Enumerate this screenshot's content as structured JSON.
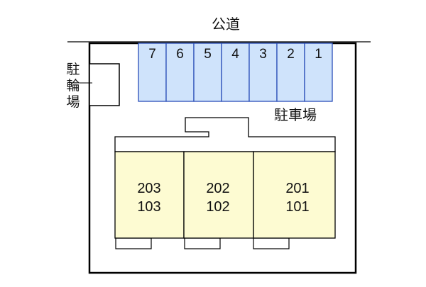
{
  "road": {
    "label": "公道"
  },
  "bicycle_parking": {
    "chars": [
      "駐",
      "輪",
      "場"
    ]
  },
  "parking": {
    "label": "駐車場",
    "fill": "#cfe3fb",
    "stall_numbers": [
      "7",
      "6",
      "5",
      "4",
      "3",
      "2",
      "1"
    ]
  },
  "building": {
    "unit_fill": "#fdfbd2",
    "units": [
      {
        "upper": "203",
        "lower": "103"
      },
      {
        "upper": "202",
        "lower": "102"
      },
      {
        "upper": "201",
        "lower": "101"
      }
    ]
  }
}
